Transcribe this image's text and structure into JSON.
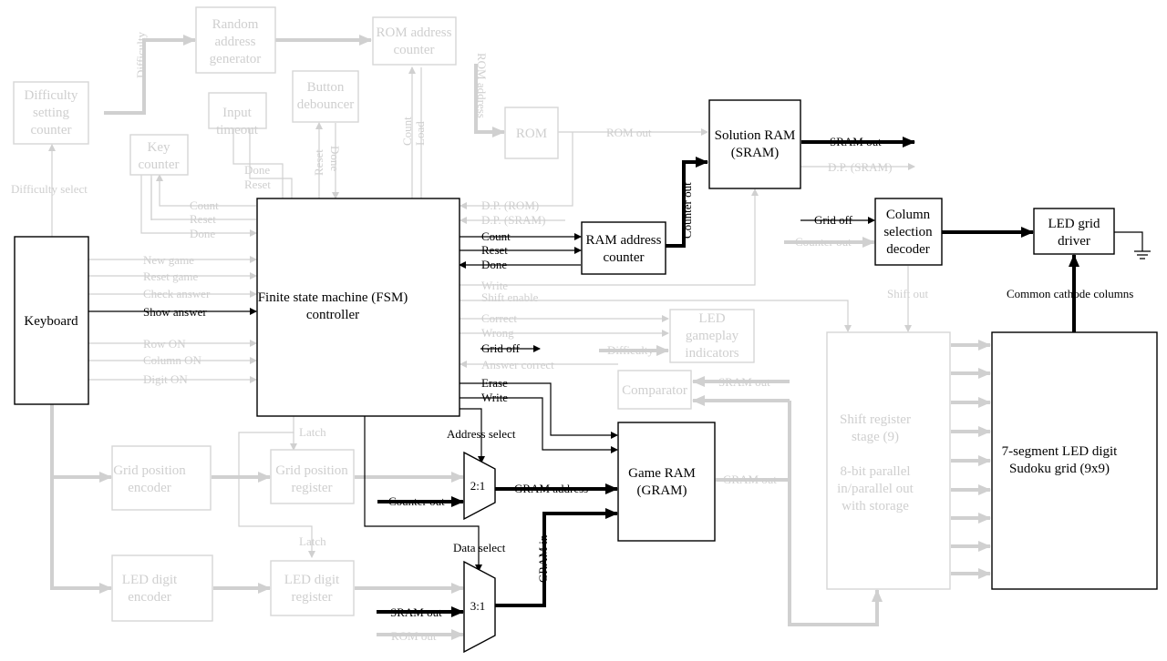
{
  "colors": {
    "active": "#000000",
    "inactive": "#d0d0d0",
    "background": "#ffffff"
  },
  "blocks": {
    "random_gen": "Random|address|generator",
    "rom_counter": "ROM address|counter",
    "difficulty_counter": "Difficulty|setting|counter",
    "button_debouncer": "Button|debouncer",
    "input_timeout": "Input|timeout",
    "key_counter": "Key|counter",
    "rom": "ROM",
    "solution_ram": "Solution RAM|(SRAM)",
    "keyboard": "Keyboard",
    "fsm": "Finite state machine (FSM)|controller",
    "ram_addr_counter": "RAM address|counter",
    "col_decoder": "Column|selection|decoder",
    "led_driver": "LED grid|driver",
    "led_indicators": "LED|gameplay|indicators",
    "comparator": "Comparator",
    "shift_reg": "Shift register|stage (9)||8-bit parallel|in/parallel out|with storage",
    "sudoku_grid": "7-segment LED digit|Sudoku grid (9x9)",
    "grid_pos_encoder": "Grid position|encoder",
    "grid_pos_register": "Grid position|register",
    "game_ram": "Game RAM|(GRAM)",
    "led_digit_encoder": "LED digit|encoder",
    "led_digit_register": "LED digit|register",
    "mux_2to1": "2:1",
    "mux_3to1": "3:1"
  },
  "signals": {
    "difficulty": "Difficulty",
    "rom_address": "ROM address",
    "rom_out": "ROM out",
    "sram_out": "SRAM out",
    "dp_sram": "D.P. (SRAM)",
    "dp_rom": "D.P. (ROM)",
    "count": "Count",
    "load": "Load",
    "reset": "Reset",
    "done": "Done",
    "difficulty_select": "Difficulty select",
    "new_game": "New game",
    "reset_game": "Reset game",
    "check_answer": "Check answer",
    "show_answer": "Show answer",
    "row_on": "Row ON",
    "column_on": "Column ON",
    "digit_on": "Digit ON",
    "counter_out": "Counter out",
    "grid_off": "Grid off",
    "write": "Write",
    "shift_enable": "Shift enable",
    "shift_out": "Shift out",
    "correct": "Correct",
    "wrong": "Wrong",
    "answer_correct": "Answer correct",
    "erase": "Erase",
    "common_cathode": "Common cathode columns",
    "address_select": "Address select",
    "data_select": "Data select",
    "gram_address": "GRAM address",
    "gram_out": "GRAM out",
    "gram_in": "GRAM in",
    "latch": "Latch"
  }
}
